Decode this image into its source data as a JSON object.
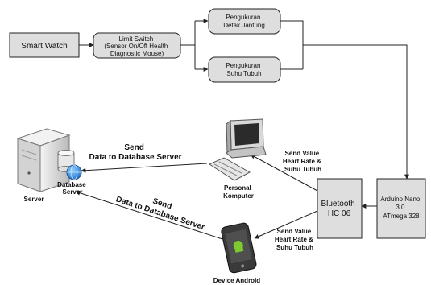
{
  "nodes": {
    "smart_watch": "Smart Watch",
    "limit_switch": [
      "Limit Switch",
      "(Sensor On/Off Health",
      "Diagnostic Mouse)"
    ],
    "detak_jantung": [
      "Pengukuran",
      "Detak Jantung"
    ],
    "suhu_tubuh": [
      "Pengukuran",
      "Suhu Tubuh"
    ],
    "arduino": [
      "Arduino Nano",
      "3.0",
      "ATmega 328"
    ],
    "bluetooth": [
      "Bluetooth",
      "HC 06"
    ],
    "server": "Server",
    "database_server": [
      "Database",
      "Server"
    ],
    "personal_komputer": [
      "Personal",
      "Komputer"
    ],
    "device_android": "Device Android"
  },
  "edges": {
    "send_to_db_pc": [
      "Send",
      "Data to Database Server"
    ],
    "send_to_db_android": [
      "Send",
      "Data to Database Server"
    ],
    "send_value_pc": [
      "Send Value",
      "Heart Rate &",
      "Suhu Tubuh"
    ],
    "send_value_android": [
      "Send Value",
      "Heart Rate &",
      "Suhu Tubuh"
    ]
  },
  "colors": {
    "box_fill": "#dedede",
    "edge": "#222222",
    "globe": "#1f6fc8"
  }
}
